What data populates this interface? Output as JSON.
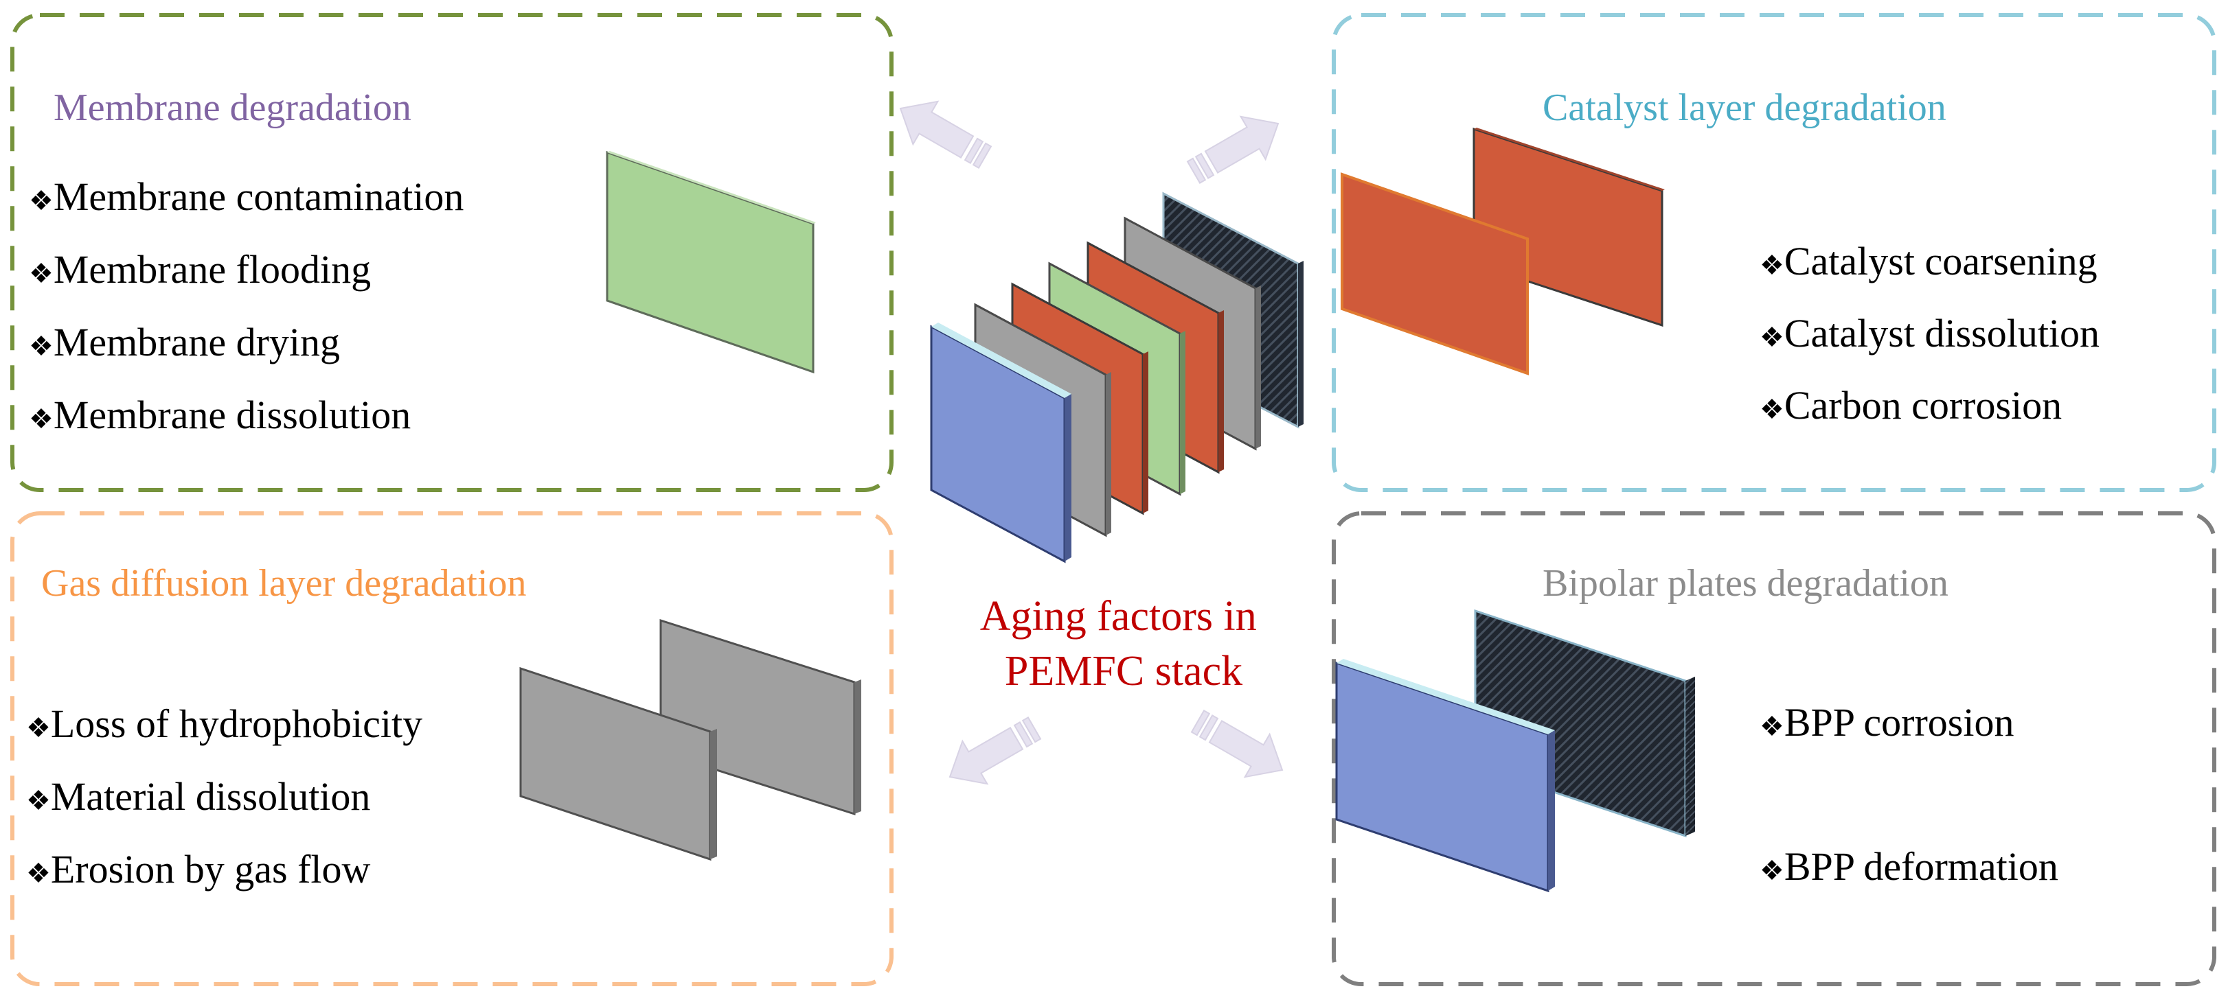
{
  "center": {
    "title_lines": [
      "Aging factors in",
      "PEMFC stack"
    ]
  },
  "panels": {
    "membrane": {
      "title": "Membrane degradation",
      "items": [
        "Membrane contamination",
        "Membrane flooding",
        "Membrane drying",
        "Membrane dissolution"
      ]
    },
    "catalyst": {
      "title": "Catalyst layer degradation",
      "items": [
        "Catalyst coarsening",
        "Catalyst dissolution",
        "Carbon corrosion"
      ]
    },
    "gdl": {
      "title": "Gas diffusion layer degradation",
      "items": [
        "Loss of hydrophobicity",
        "Material dissolution",
        "Erosion by gas flow"
      ]
    },
    "bipolar": {
      "title": "Bipolar plates degradation",
      "items": [
        "BPP corrosion",
        "BPP deformation"
      ]
    }
  },
  "bullet_glyph": "❖",
  "colors": {
    "membrane": "#76933c",
    "membrane_title": "#8064a2",
    "catalyst": "#92cddc",
    "catalyst_title": "#4bacc6",
    "gdl": "#fac090",
    "gdl_title": "#f79646",
    "bipolar": "#7f7f7f",
    "bipolar_title": "#8c8c8c",
    "center_title": "#c00000",
    "plate_blue": "#7f94d4",
    "plate_gray": "#a0a0a0",
    "plate_red": "#d05a3a",
    "plate_green": "#a8d396",
    "plate_black": "#1f2530",
    "arrow": "#e6e2f0"
  },
  "icons": [
    "arrow-icon",
    "plate-icon"
  ]
}
